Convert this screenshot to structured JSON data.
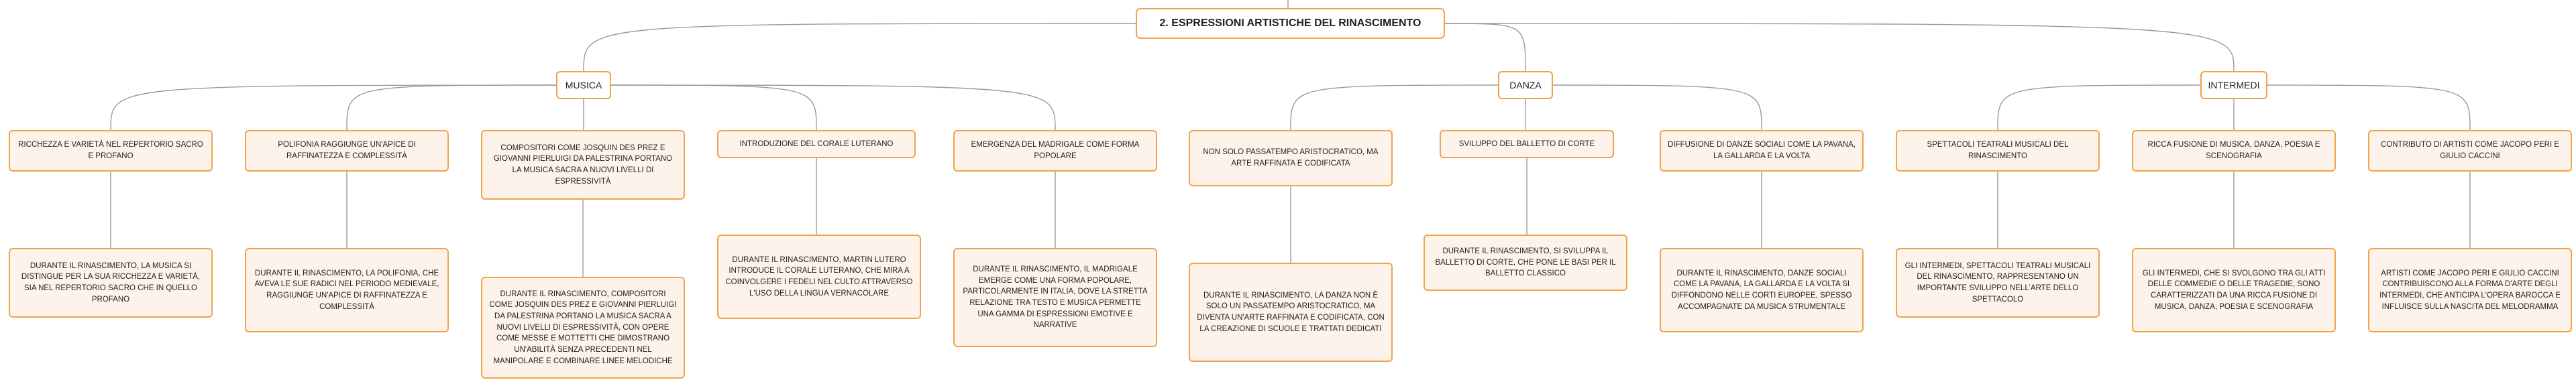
{
  "root": "2. ESPRESSIONI ARTISTICHE DEL RINASCIMENTO",
  "categories": [
    {
      "label": "MUSICA",
      "topics": [
        {
          "title": "RICCHEZZA E VARIETÀ NEL REPERTORIO SACRO E PROFANO",
          "detail": "DURANTE IL RINASCIMENTO, LA MUSICA SI DISTINGUE PER LA SUA RICCHEZZA E VARIETÀ, SIA NEL REPERTORIO SACRO CHE IN QUELLO PROFANO"
        },
        {
          "title": "POLIFONIA RAGGIUNGE UN'APICE DI RAFFINATEZZA E COMPLESSITÀ",
          "detail": "DURANTE IL RINASCIMENTO, LA POLIFONIA, CHE AVEVA LE SUE RADICI NEL PERIODO MEDIEVALE, RAGGIUNGE UN'APICE DI RAFFINATEZZA E COMPLESSITÀ"
        },
        {
          "title": "COMPOSITORI COME JOSQUIN DES PREZ E GIOVANNI PIERLUIGI DA PALESTRINA PORTANO LA MUSICA SACRA A NUOVI LIVELLI DI ESPRESSIVITÀ",
          "detail": "DURANTE IL RINASCIMENTO, COMPOSITORI COME JOSQUIN DES PREZ E GIOVANNI PIERLUIGI DA PALESTRINA PORTANO LA MUSICA SACRA A NUOVI LIVELLI DI ESPRESSIVITÀ, CON OPERE COME MESSE E MOTTETTI CHE DIMOSTRANO UN'ABILITÀ SENZA PRECEDENTI NEL MANIPOLARE E COMBINARE LINEE MELODICHE"
        },
        {
          "title": "INTRODUZIONE DEL CORALE LUTERANO",
          "detail": "DURANTE IL RINASCIMENTO, MARTIN LUTERO INTRODUCE IL CORALE LUTERANO, CHE MIRA A COINVOLGERE I FEDELI NEL CULTO ATTRAVERSO L'USO DELLA LINGUA VERNACOLARE"
        },
        {
          "title": "EMERGENZA DEL MADRIGALE COME FORMA POPOLARE",
          "detail": "DURANTE IL RINASCIMENTO, IL MADRIGALE EMERGE COME UNA FORMA POPOLARE, PARTICOLARMENTE IN ITALIA, DOVE LA STRETTA RELAZIONE TRA TESTO E MUSICA PERMETTE UNA GAMMA DI ESPRESSIONI EMOTIVE E NARRATIVE"
        }
      ]
    },
    {
      "label": "DANZA",
      "topics": [
        {
          "title": "NON SOLO PASSATEMPO ARISTOCRATICO, MA ARTE RAFFINATA E CODIFICATA",
          "detail": "DURANTE IL RINASCIMENTO, LA DANZA NON È SOLO UN PASSATEMPO ARISTOCRATICO, MA DIVENTA UN'ARTE RAFFINATA E CODIFICATA, CON LA CREAZIONE DI SCUOLE E TRATTATI DEDICATI"
        },
        {
          "title": "SVILUPPO DEL BALLETTO DI CORTE",
          "detail": "DURANTE IL RINASCIMENTO, SI SVILUPPA IL BALLETTO DI CORTE, CHE PONE LE BASI PER IL BALLETTO CLASSICO"
        },
        {
          "title": "DIFFUSIONE DI DANZE SOCIALI COME LA PAVANA, LA GALLARDA E LA VOLTA",
          "detail": "DURANTE IL RINASCIMENTO, DANZE SOCIALI COME LA PAVANA, LA GALLARDA E LA VOLTA SI DIFFONDONO NELLE CORTI EUROPEE, SPESSO ACCOMPAGNATE DA MUSICA STRUMENTALE"
        }
      ]
    },
    {
      "label": "INTERMEDI",
      "topics": [
        {
          "title": "SPETTACOLI TEATRALI MUSICALI DEL RINASCIMENTO",
          "detail": "GLI INTERMEDI, SPETTACOLI TEATRALI MUSICALI DEL RINASCIMENTO, RAPPRESENTANO UN IMPORTANTE SVILUPPO NELL'ARTE DELLO SPETTACOLO"
        },
        {
          "title": "RICCA FUSIONE DI MUSICA, DANZA, POESIA E SCENOGRAFIA",
          "detail": "GLI INTERMEDI, CHE SI SVOLGONO TRA GLI ATTI DELLE COMMEDIE O DELLE TRAGEDIE, SONO CARATTERIZZATI DA UNA RICCA FUSIONE DI MUSICA, DANZA, POESIA E SCENOGRAFIA"
        },
        {
          "title": "CONTRIBUTO DI ARTISTI COME JACOPO PERI E GIULIO CACCINI",
          "detail": "ARTISTI COME JACOPO PERI E GIULIO CACCINI CONTRIBUISCONO ALLA FORMA D'ARTE DEGLI INTERMEDI, CHE ANTICIPA L'OPERA BAROCCA E INFLUISCE SULLA NASCITA DEL MELODRAMMA"
        }
      ]
    }
  ],
  "colors": {
    "border": "#f3a24c",
    "fill": "#fdf3ea",
    "link": "#9a9a9a"
  }
}
